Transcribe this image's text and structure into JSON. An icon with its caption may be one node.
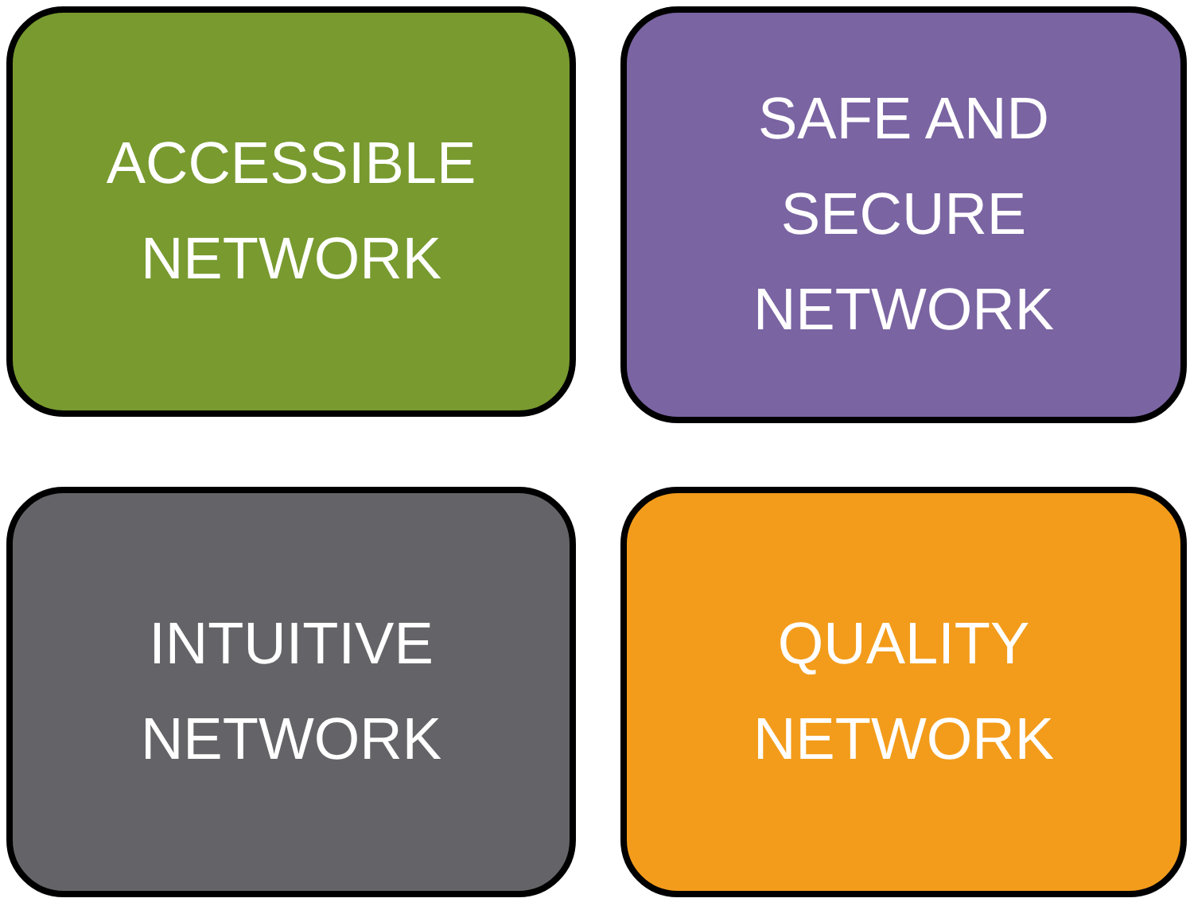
{
  "diagram": {
    "nodes": [
      {
        "text": [
          "ACCESSIBLE NETWORK"
        ]
      },
      {
        "text": [
          "SAFE AND SECURE NETWORK"
        ]
      },
      {
        "text": [
          "INTUITIVE NETWORK"
        ]
      },
      {
        "text": [
          "QUALITY NETWORK"
        ]
      }
    ]
  }
}
